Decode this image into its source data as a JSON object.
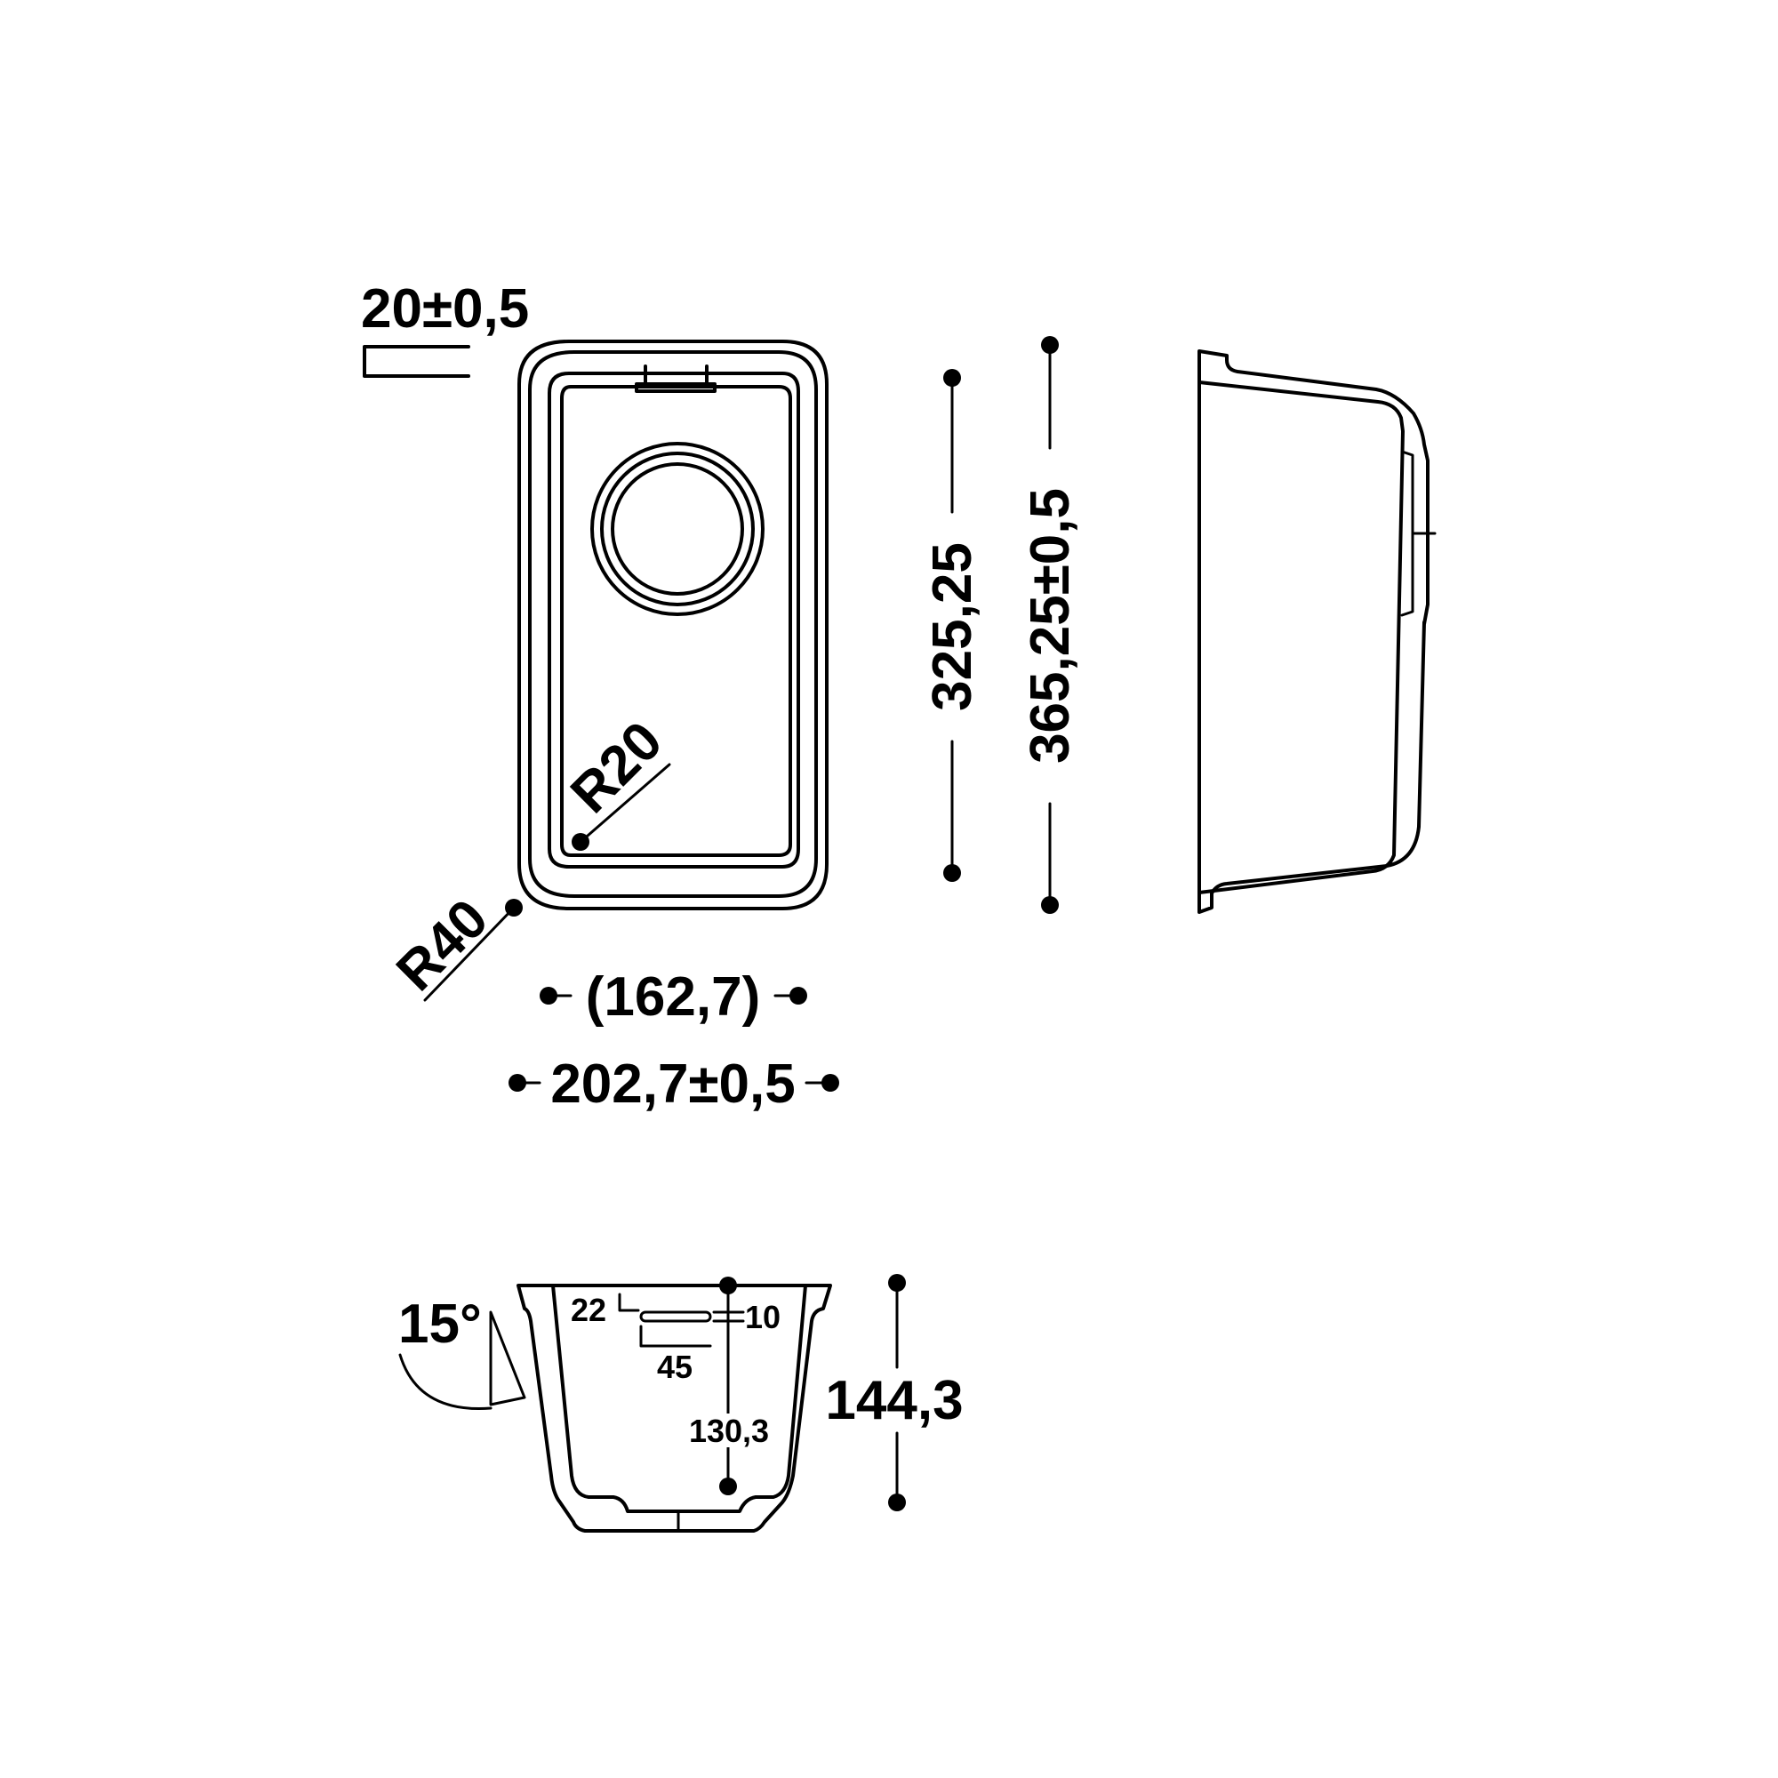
{
  "colors": {
    "line": "#000000",
    "background": "#ffffff"
  },
  "labels": {
    "rim_thickness": "20±0,5",
    "inner_length": "325,25",
    "outer_length": "365,25±0,5",
    "radius_inner": "R20",
    "radius_outer": "R40",
    "inner_width": "(162,7)",
    "outer_width": "202,7±0,5",
    "angle": "15°",
    "overflow_offset": "22",
    "overflow_height": "10",
    "overflow_width": "45",
    "inner_depth": "130,3",
    "outer_depth": "144,3"
  }
}
